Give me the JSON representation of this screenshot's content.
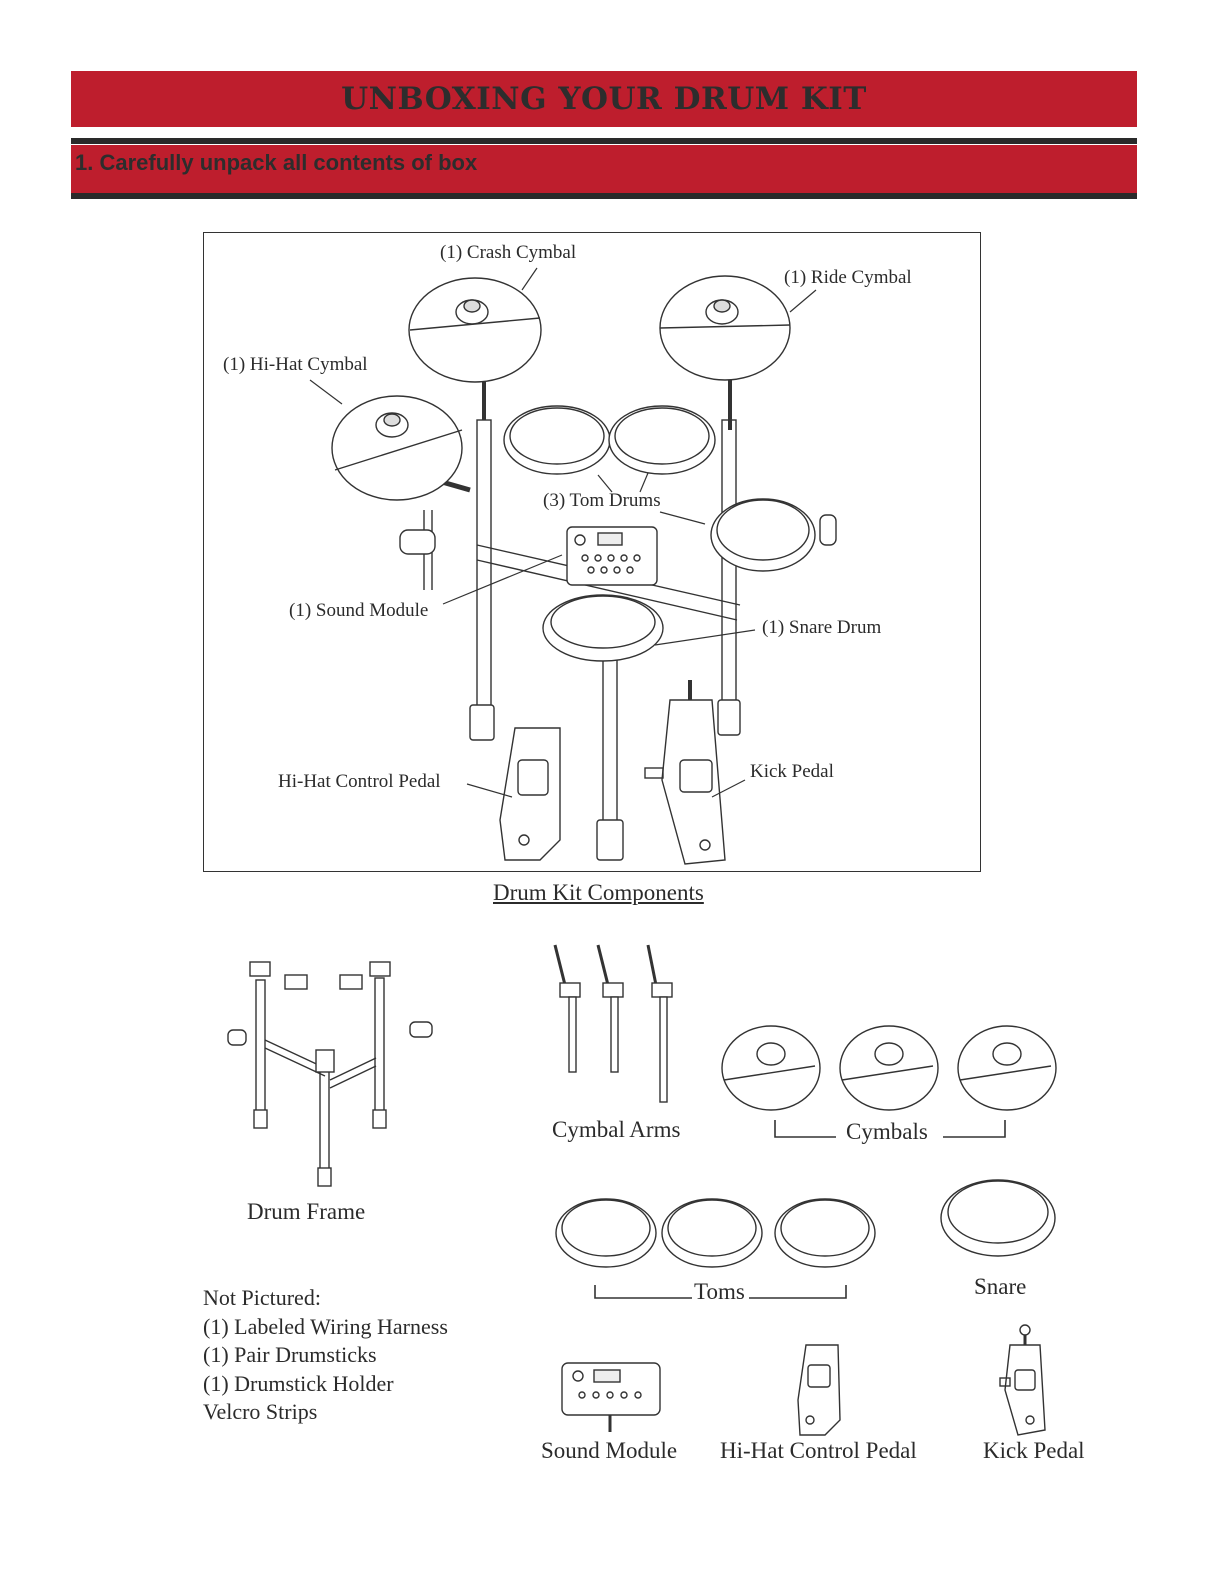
{
  "header": {
    "title": "UNBOXING YOUR DRUM KIT"
  },
  "section": {
    "step": "1. Carefully unpack all contents of box"
  },
  "diagram": {
    "labels": {
      "crash": "(1) Crash Cymbal",
      "ride": "(1) Ride Cymbal",
      "hihat": "(1) Hi-Hat Cymbal",
      "toms": "(3) Tom Drums",
      "module": "(1) Sound Module",
      "snare": "(1) Snare Drum",
      "hihat_pedal": "Hi-Hat Control Pedal",
      "kick_pedal": "Kick Pedal"
    },
    "caption": "Drum Kit Components"
  },
  "components": {
    "drum_frame": "Drum Frame",
    "cymbal_arms": "Cymbal Arms",
    "cymbals": "Cymbals",
    "toms": "Toms",
    "snare": "Snare",
    "sound_module": "Sound Module",
    "hihat_pedal": "Hi-Hat Control Pedal",
    "kick_pedal": "Kick Pedal"
  },
  "not_pictured": {
    "heading": "Not Pictured:",
    "items": [
      "(1) Labeled Wiring Harness",
      "(1) Pair Drumsticks",
      "(1) Drumstick Holder",
      "Velcro Strips"
    ]
  },
  "colors": {
    "accent": "#be1e2d",
    "rule": "#2a2a2a"
  }
}
